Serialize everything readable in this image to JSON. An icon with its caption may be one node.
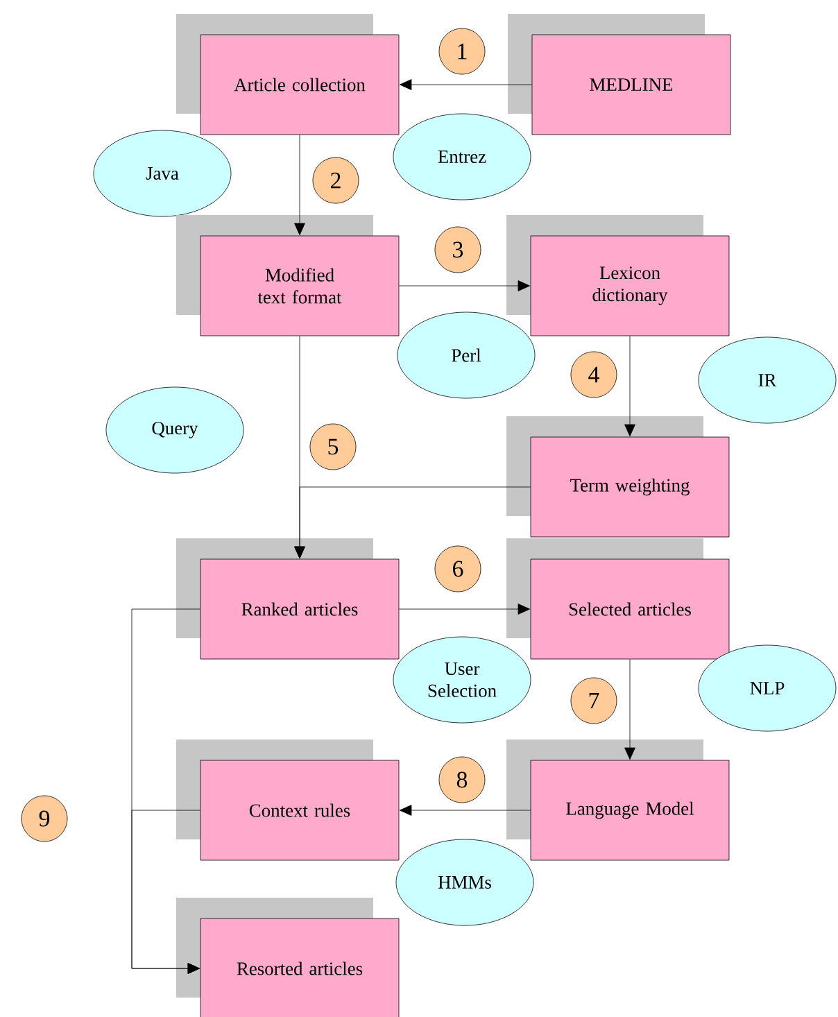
{
  "diagram": {
    "nodes": [
      {
        "text": [
          "Article collection"
        ]
      },
      {
        "text": [
          "1"
        ]
      },
      {
        "text": [
          "MEDLINE"
        ]
      },
      {
        "text": [
          "Java"
        ]
      },
      {
        "text": [
          "Entrez"
        ]
      },
      {
        "text": [
          "2"
        ]
      },
      {
        "text": [
          "Modified text format"
        ]
      },
      {
        "text": [
          "3"
        ]
      },
      {
        "text": [
          "Lexicon dictionary"
        ]
      },
      {
        "text": [
          "Perl"
        ]
      },
      {
        "text": [
          "4"
        ]
      },
      {
        "text": [
          "IR"
        ]
      },
      {
        "text": [
          "Query"
        ]
      },
      {
        "text": [
          "5"
        ]
      },
      {
        "text": [
          "Term weighting"
        ]
      },
      {
        "text": [
          "Ranked articles"
        ]
      },
      {
        "text": [
          "6"
        ]
      },
      {
        "text": [
          "Selected articles"
        ]
      },
      {
        "text": [
          "User Selection"
        ]
      },
      {
        "text": [
          "7"
        ]
      },
      {
        "text": [
          "NLP"
        ]
      },
      {
        "text": [
          "9"
        ]
      },
      {
        "text": [
          "Context rules"
        ]
      },
      {
        "text": [
          "8"
        ]
      },
      {
        "text": [
          "Language Model"
        ]
      },
      {
        "text": [
          "HMMs"
        ]
      },
      {
        "text": [
          "Resorted articles"
        ]
      }
    ],
    "edges": [
      {
        "from": 2,
        "to": 0,
        "arrow": "to"
      },
      {
        "from": 0,
        "to": 6,
        "arrow": "to"
      },
      {
        "from": 6,
        "to": 8,
        "arrow": "to"
      },
      {
        "from": 8,
        "to": 14,
        "arrow": "to"
      },
      {
        "from": 6,
        "to": 15,
        "arrow": "to"
      },
      {
        "from": 14,
        "to": 15,
        "arrow": "to"
      },
      {
        "from": 15,
        "to": 17,
        "arrow": "to"
      },
      {
        "from": 17,
        "to": 24,
        "arrow": "to"
      },
      {
        "from": 24,
        "to": 22,
        "arrow": "to"
      },
      {
        "from": 15,
        "to": 26,
        "arrow": "to"
      },
      {
        "from": 22,
        "to": 26,
        "arrow": "to"
      }
    ]
  }
}
